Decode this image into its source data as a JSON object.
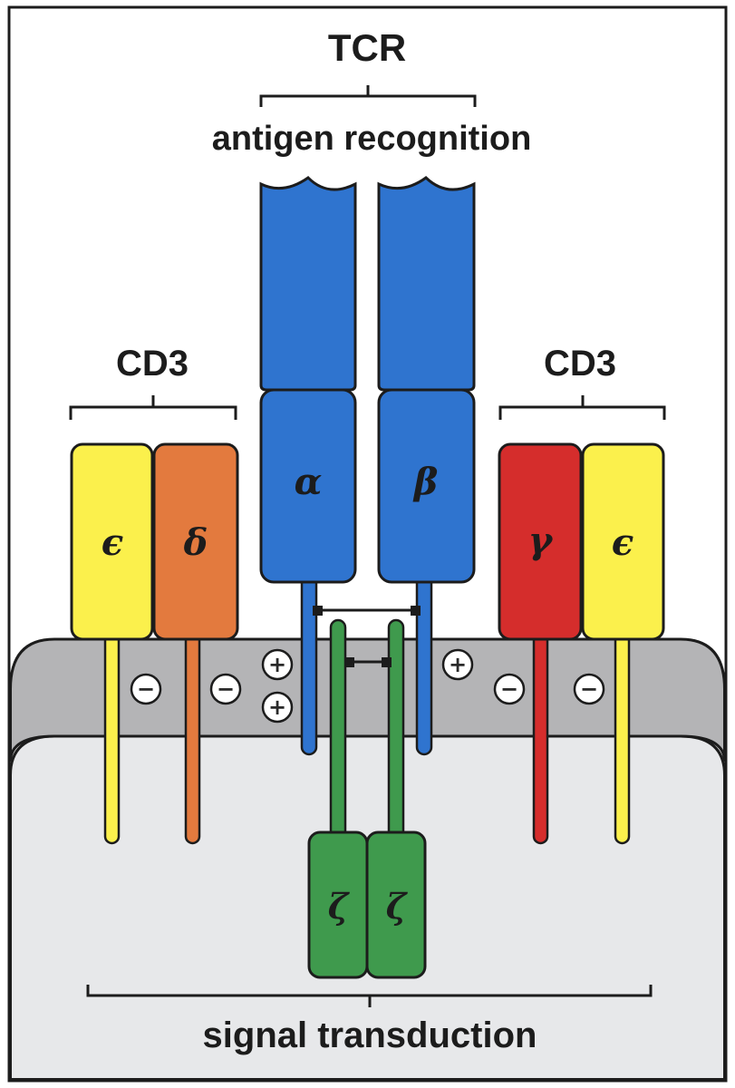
{
  "labels": {
    "tcr": "TCR",
    "antigen_recognition": "antigen recognition",
    "cd3_left": "CD3",
    "cd3_right": "CD3",
    "signal_transduction": "signal transduction"
  },
  "chains": {
    "epsilon_left": "ϵ",
    "delta": "δ",
    "alpha": "α",
    "beta": "β",
    "gamma": "γ",
    "epsilon_right": "ϵ",
    "zeta_left": "ζ",
    "zeta_right": "ζ"
  },
  "charges": {
    "minus": "−",
    "plus": "+"
  },
  "colors": {
    "membrane": "#b4b4b6",
    "cytoplasm": "#e7e8ea",
    "tcr_blue": "#2f74cf",
    "cd3_epsilon_yellow": "#fbf04c",
    "cd3_delta_orange": "#e37a3e",
    "cd3_gamma_red": "#d52d2c",
    "zeta_green": "#3f9a4d",
    "outline": "#1c1c1c"
  }
}
